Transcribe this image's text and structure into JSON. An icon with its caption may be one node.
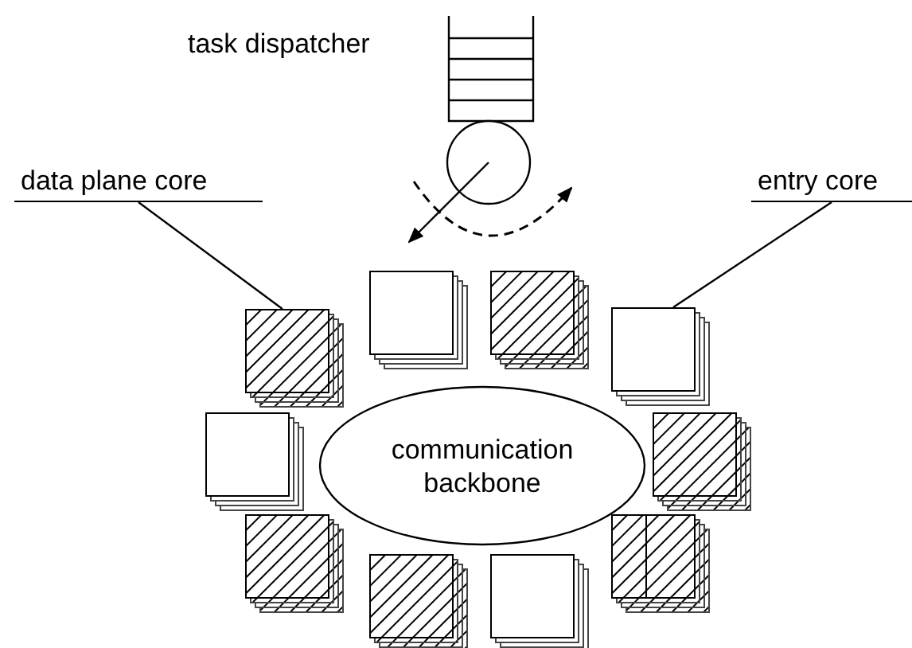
{
  "diagram": {
    "nodes": [
      {
        "text": [
          "data plane core"
        ]
      },
      {
        "text": [
          "entry core"
        ]
      },
      {
        "text": [
          "communication backbone"
        ]
      },
      {
        "text": [],
        "shape": "box"
      },
      {
        "text": [],
        "shape": "box"
      },
      {
        "text": [],
        "shape": "box"
      },
      {
        "text": [],
        "shape": "box"
      },
      {
        "text": [],
        "shape": "box"
      },
      {
        "text": [],
        "shape": "box"
      },
      {
        "text": [],
        "shape": "box"
      },
      {
        "text": [],
        "shape": "box"
      },
      {
        "text": [],
        "shape": "box"
      },
      {
        "text": [],
        "shape": "box"
      }
    ],
    "edges": [
      {
        "from": 0,
        "to": 5,
        "arrow": "none"
      },
      {
        "from": 1,
        "to": 6,
        "arrow": "none"
      }
    ],
    "labels": [
      "task dispatcher"
    ]
  }
}
